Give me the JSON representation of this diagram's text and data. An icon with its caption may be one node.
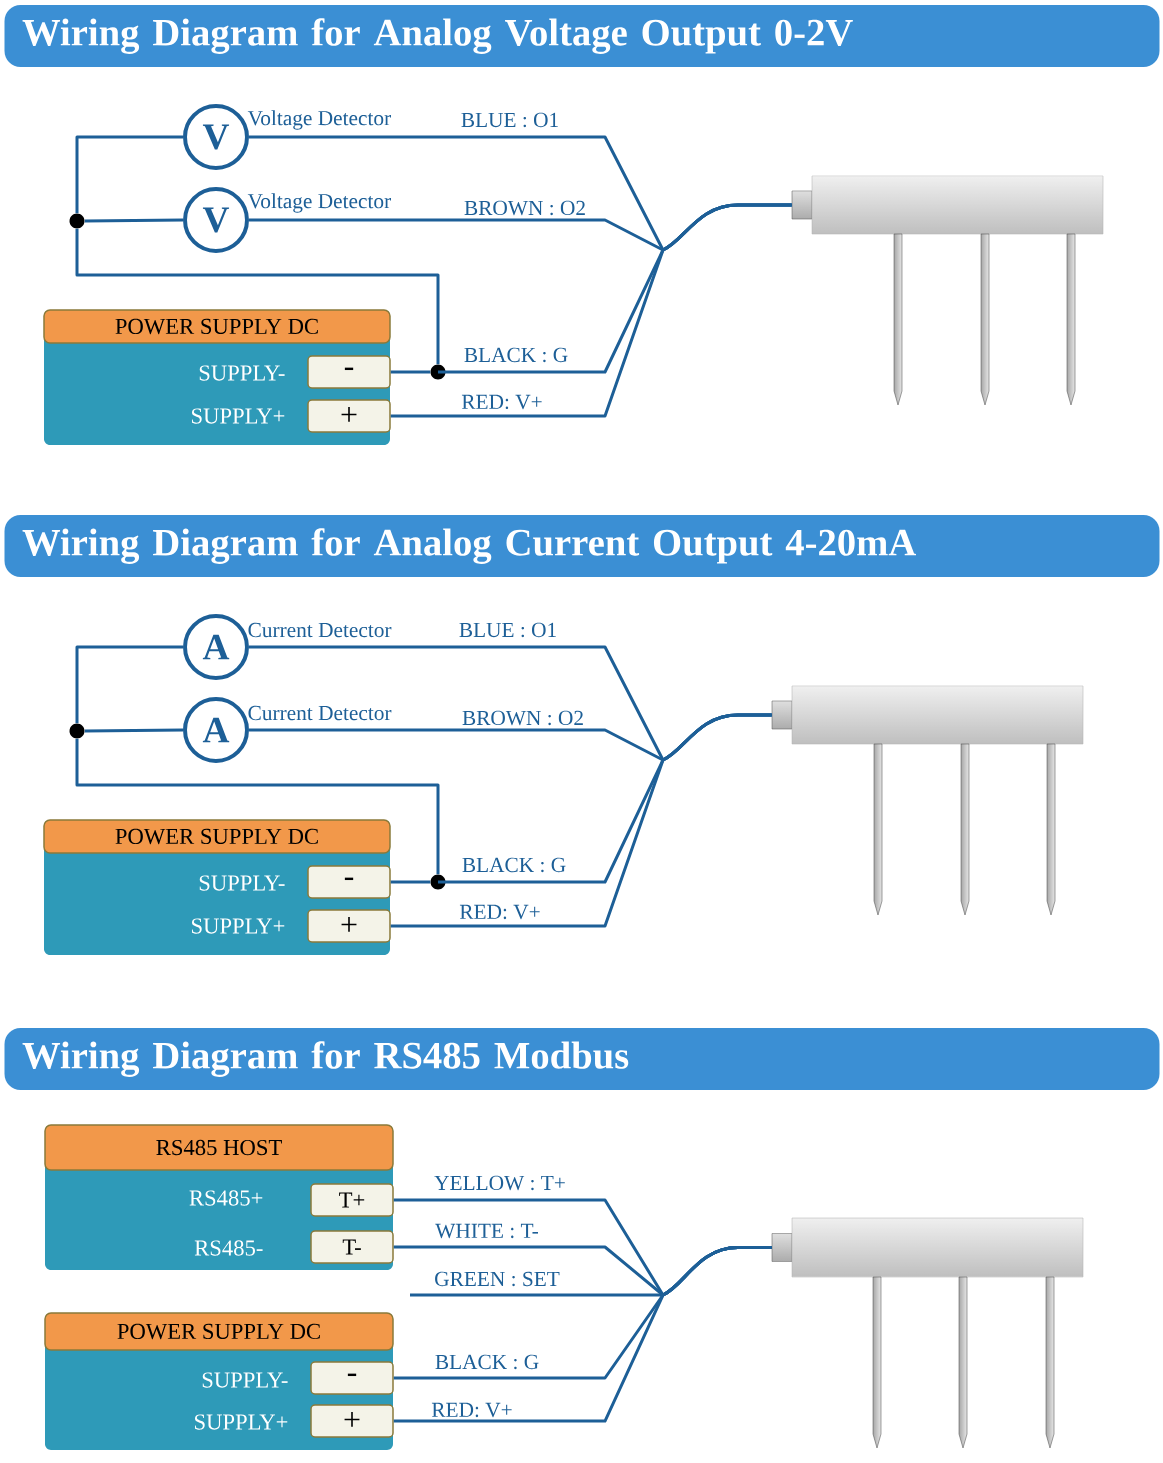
{
  "diagram": {
    "nodes": [
      {
        "text": [
          "Wiring Diagram for Analog Voltage Output 0-2V"
        ]
      },
      {
        "text": [
          "V"
        ],
        "beside": [
          "Voltage Detector"
        ]
      },
      {
        "text": [
          "V"
        ],
        "beside": [
          "Voltage Detector"
        ]
      },
      {
        "text": [],
        "shape": "circle"
      },
      {
        "text": [
          "POWER SUPPLY DC",
          "SUPPLY-",
          "SUPPLY+"
        ]
      },
      {
        "text": [
          "-"
        ],
        "in": 4
      },
      {
        "text": [
          "+"
        ],
        "in": 4
      },
      {
        "text": [],
        "shape": "circle"
      },
      {
        "text": [],
        "shape": "picture"
      },
      {
        "text": [
          "Wiring Diagram for Analog Current Output 4-20mA"
        ]
      },
      {
        "text": [
          "A"
        ],
        "beside": [
          "Current Detector"
        ]
      },
      {
        "text": [
          "A"
        ],
        "beside": [
          "Current Detector"
        ]
      },
      {
        "text": [],
        "shape": "circle"
      },
      {
        "text": [
          "POWER SUPPLY DC",
          "SUPPLY-",
          "SUPPLY+"
        ]
      },
      {
        "text": [
          "-"
        ],
        "in": 13
      },
      {
        "text": [
          "+"
        ],
        "in": 13
      },
      {
        "text": [],
        "shape": "circle"
      },
      {
        "text": [],
        "shape": "picture"
      },
      {
        "text": [
          "Wiring Diagram for RS485 Modbus"
        ]
      },
      {
        "text": [
          "RS485 HOST",
          "RS485+",
          "RS485-"
        ]
      },
      {
        "text": [
          "T+"
        ],
        "in": 19
      },
      {
        "text": [
          "T-"
        ],
        "in": 19
      },
      {
        "text": [
          "POWER SUPPLY DC",
          "SUPPLY-",
          "SUPPLY+"
        ]
      },
      {
        "text": [
          "-"
        ],
        "in": 22
      },
      {
        "text": [
          "+"
        ],
        "in": 22
      },
      {
        "text": [],
        "shape": "picture"
      }
    ],
    "edges": [
      {
        "from": 3,
        "to": 1,
        "arrow": "none"
      },
      {
        "from": 3,
        "to": 2,
        "arrow": "none"
      },
      {
        "from": 3,
        "to": 7,
        "arrow": "none"
      },
      {
        "from": 7,
        "to": 5,
        "arrow": "none"
      },
      {
        "from": 1,
        "to": 8,
        "arrow": "none",
        "label": "BLUE : O1"
      },
      {
        "from": 2,
        "to": 8,
        "arrow": "none",
        "label": "BROWN : O2"
      },
      {
        "from": 7,
        "to": 8,
        "arrow": "none",
        "label": "BLACK : G"
      },
      {
        "from": 6,
        "to": 8,
        "arrow": "none",
        "label": "RED: V+"
      },
      {
        "from": 12,
        "to": 10,
        "arrow": "none"
      },
      {
        "from": 12,
        "to": 11,
        "arrow": "none"
      },
      {
        "from": 12,
        "to": 16,
        "arrow": "none"
      },
      {
        "from": 16,
        "to": 14,
        "arrow": "none"
      },
      {
        "from": 10,
        "to": 17,
        "arrow": "none",
        "label": "BLUE : O1"
      },
      {
        "from": 11,
        "to": 17,
        "arrow": "none",
        "label": "BROWN : O2"
      },
      {
        "from": 16,
        "to": 17,
        "arrow": "none",
        "label": "BLACK : G"
      },
      {
        "from": 15,
        "to": 17,
        "arrow": "none",
        "label": "RED: V+"
      },
      {
        "from": 20,
        "to": 25,
        "arrow": "none",
        "label": "YELLOW : T+"
      },
      {
        "from": 21,
        "to": 25,
        "arrow": "none",
        "label": "WHITE : T-"
      },
      {
        "from": null,
        "to": 25,
        "arrow": "none",
        "label": "GREEN : SET"
      },
      {
        "from": 23,
        "to": 25,
        "arrow": "none",
        "label": "BLACK : G"
      },
      {
        "from": 24,
        "to": 25,
        "arrow": "none",
        "label": "RED: V+"
      }
    ]
  }
}
